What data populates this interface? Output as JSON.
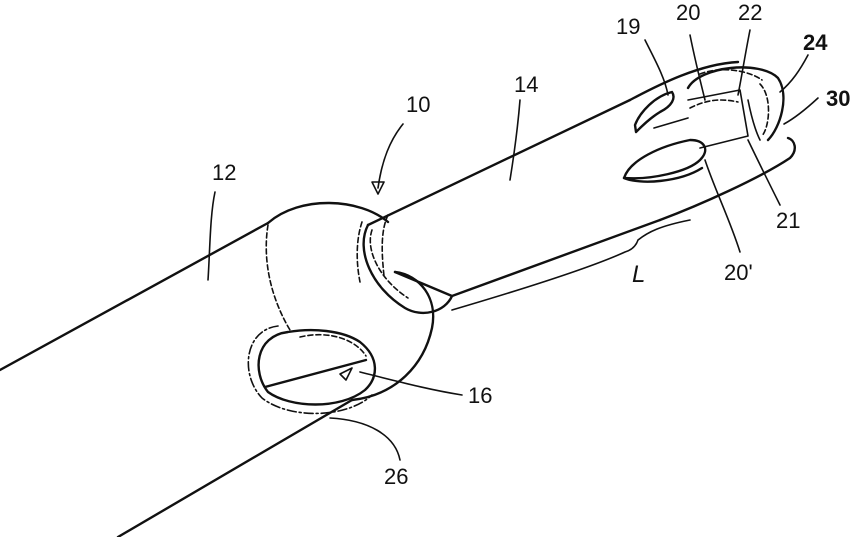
{
  "labels": {
    "l10": "10",
    "l12": "12",
    "l14": "14",
    "l16": "16",
    "l19": "19",
    "l20": "20",
    "l20p": "20'",
    "l21": "21",
    "l22": "22",
    "l24": "24",
    "l26": "26",
    "l30": "30",
    "lL": "L"
  }
}
